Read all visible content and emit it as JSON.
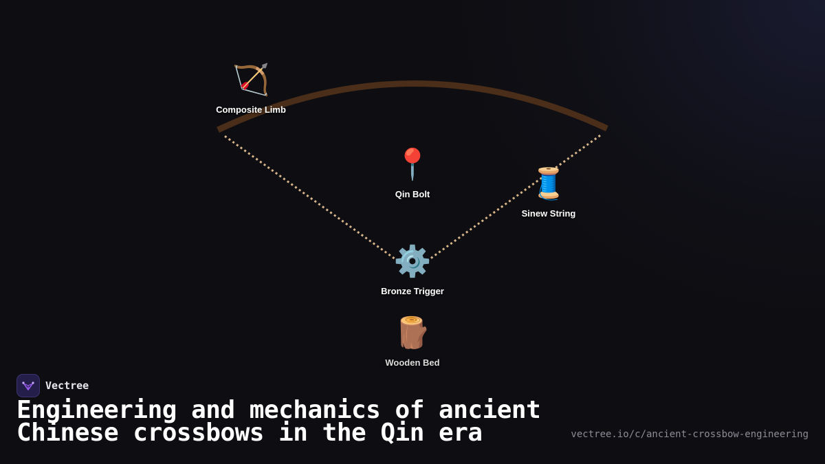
{
  "diagram": {
    "nodes": [
      {
        "id": "composite-limb",
        "label": "Composite Limb",
        "icon": "bow-and-arrow-icon",
        "glyph": "🏹"
      },
      {
        "id": "qin-bolt",
        "label": "Qin Bolt",
        "icon": "pin-icon",
        "glyph": "📍"
      },
      {
        "id": "sinew-string",
        "label": "Sinew String",
        "icon": "thread-spool-icon",
        "glyph": "🧵"
      },
      {
        "id": "bronze-trigger",
        "label": "Bronze Trigger",
        "icon": "gear-icon",
        "glyph": "⚙️"
      },
      {
        "id": "wooden-bed",
        "label": "Wooden Bed",
        "icon": "log-icon",
        "glyph": "🪵"
      }
    ],
    "colors": {
      "limb": "#4a2e1a",
      "string": "#d8b58a",
      "background": "#0e0e12"
    }
  },
  "brand": {
    "name": "Vectree",
    "logo_icon": "vectree-logo-icon",
    "logo_color": "#9b5cf0"
  },
  "title": "Engineering and mechanics of ancient Chinese crossbows in the Qin era",
  "url": "vectree.io/c/ancient-crossbow-engineering"
}
